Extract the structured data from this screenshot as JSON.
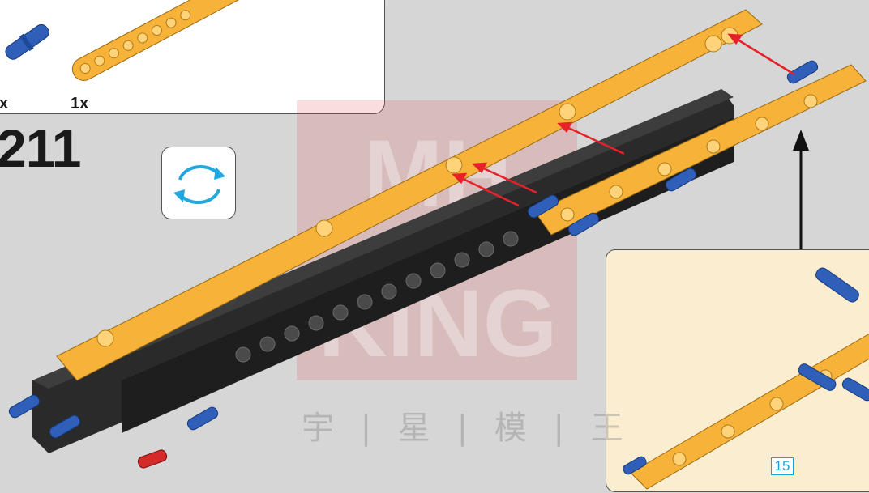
{
  "parts_list": {
    "items": [
      {
        "quantity": "x",
        "part": "blue-axle-pin"
      },
      {
        "quantity": "1x",
        "part": "yellow-liftarm-beam"
      }
    ]
  },
  "step": {
    "number": "211"
  },
  "watermark": {
    "brand_lines": [
      "MH",
      "KING"
    ],
    "chinese_text": "宇 | 星 | 模 | 王"
  },
  "callout": {
    "page_number": "15"
  },
  "colors": {
    "yellow_part": "#f7b23a",
    "dark_part": "#2a2a2a",
    "blue_pin": "#2f5fb8",
    "red_arrow": "#e8202a",
    "callout_bg": "#fbeed0",
    "page_number_blue": "#1aa0d8",
    "watermark_red": "#e24a4a"
  }
}
